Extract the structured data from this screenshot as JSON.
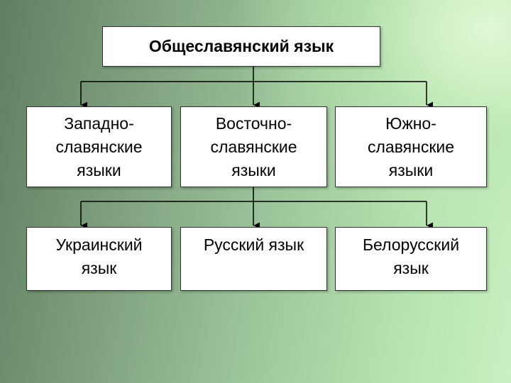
{
  "diagram": {
    "root": {
      "label": "Общеславянский язык"
    },
    "branches": [
      {
        "label": "Западно-\nславянские\nязыки"
      },
      {
        "label": "Восточно-\nславянские\nязыки"
      },
      {
        "label": "Южно-\nславянские\nязыки"
      }
    ],
    "leaves": [
      {
        "label": "Украинский\nязык"
      },
      {
        "label": "Русский язык"
      },
      {
        "label": "Белорусский\nязык"
      }
    ]
  },
  "colors": {
    "background_dark": "#5f7f60",
    "background_light": "#c9efc2",
    "box_fill": "#ffffff",
    "line": "#000000"
  }
}
